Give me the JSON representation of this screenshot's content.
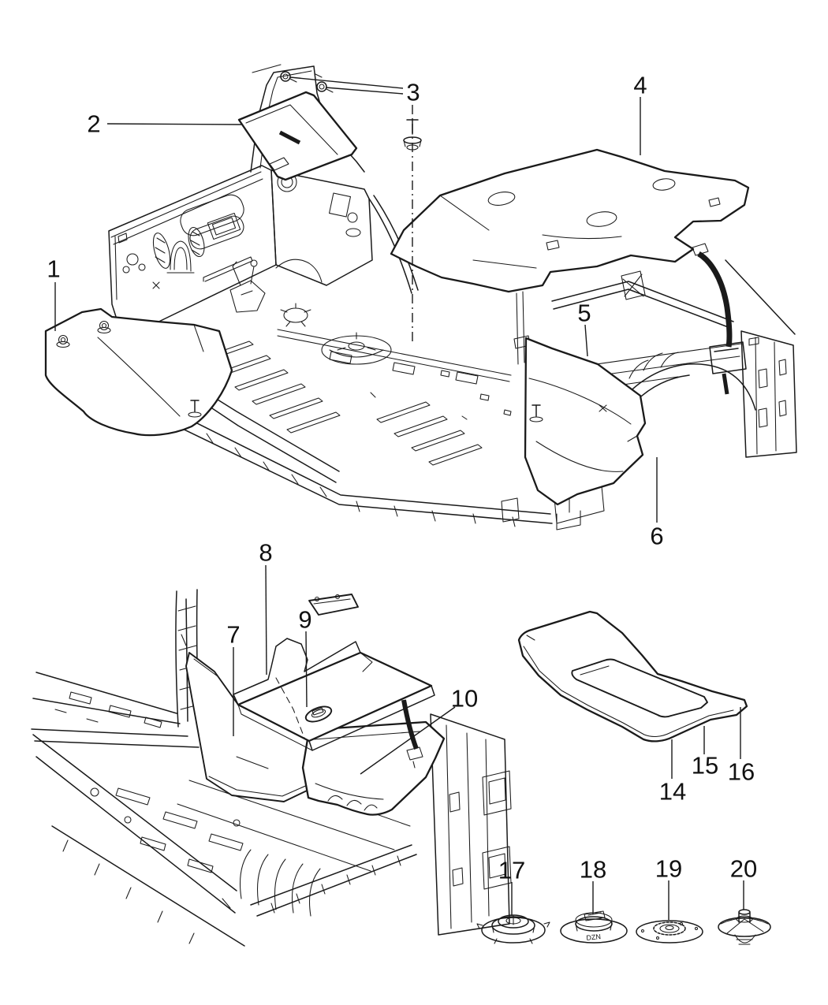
{
  "page": {
    "background": "#ffffff",
    "ink": "#1a1a1a"
  },
  "callouts": {
    "c1": "1",
    "c2": "2",
    "c3": "3",
    "c4": "4",
    "c5": "5",
    "c6": "6",
    "c7": "7",
    "c8": "8",
    "c9": "9",
    "c10": "10",
    "c14": "14",
    "c15": "15",
    "c16": "16",
    "c17": "17",
    "c18": "18",
    "c19": "19",
    "c20": "20"
  },
  "part_markings": {
    "retainer_18": "DZN"
  }
}
